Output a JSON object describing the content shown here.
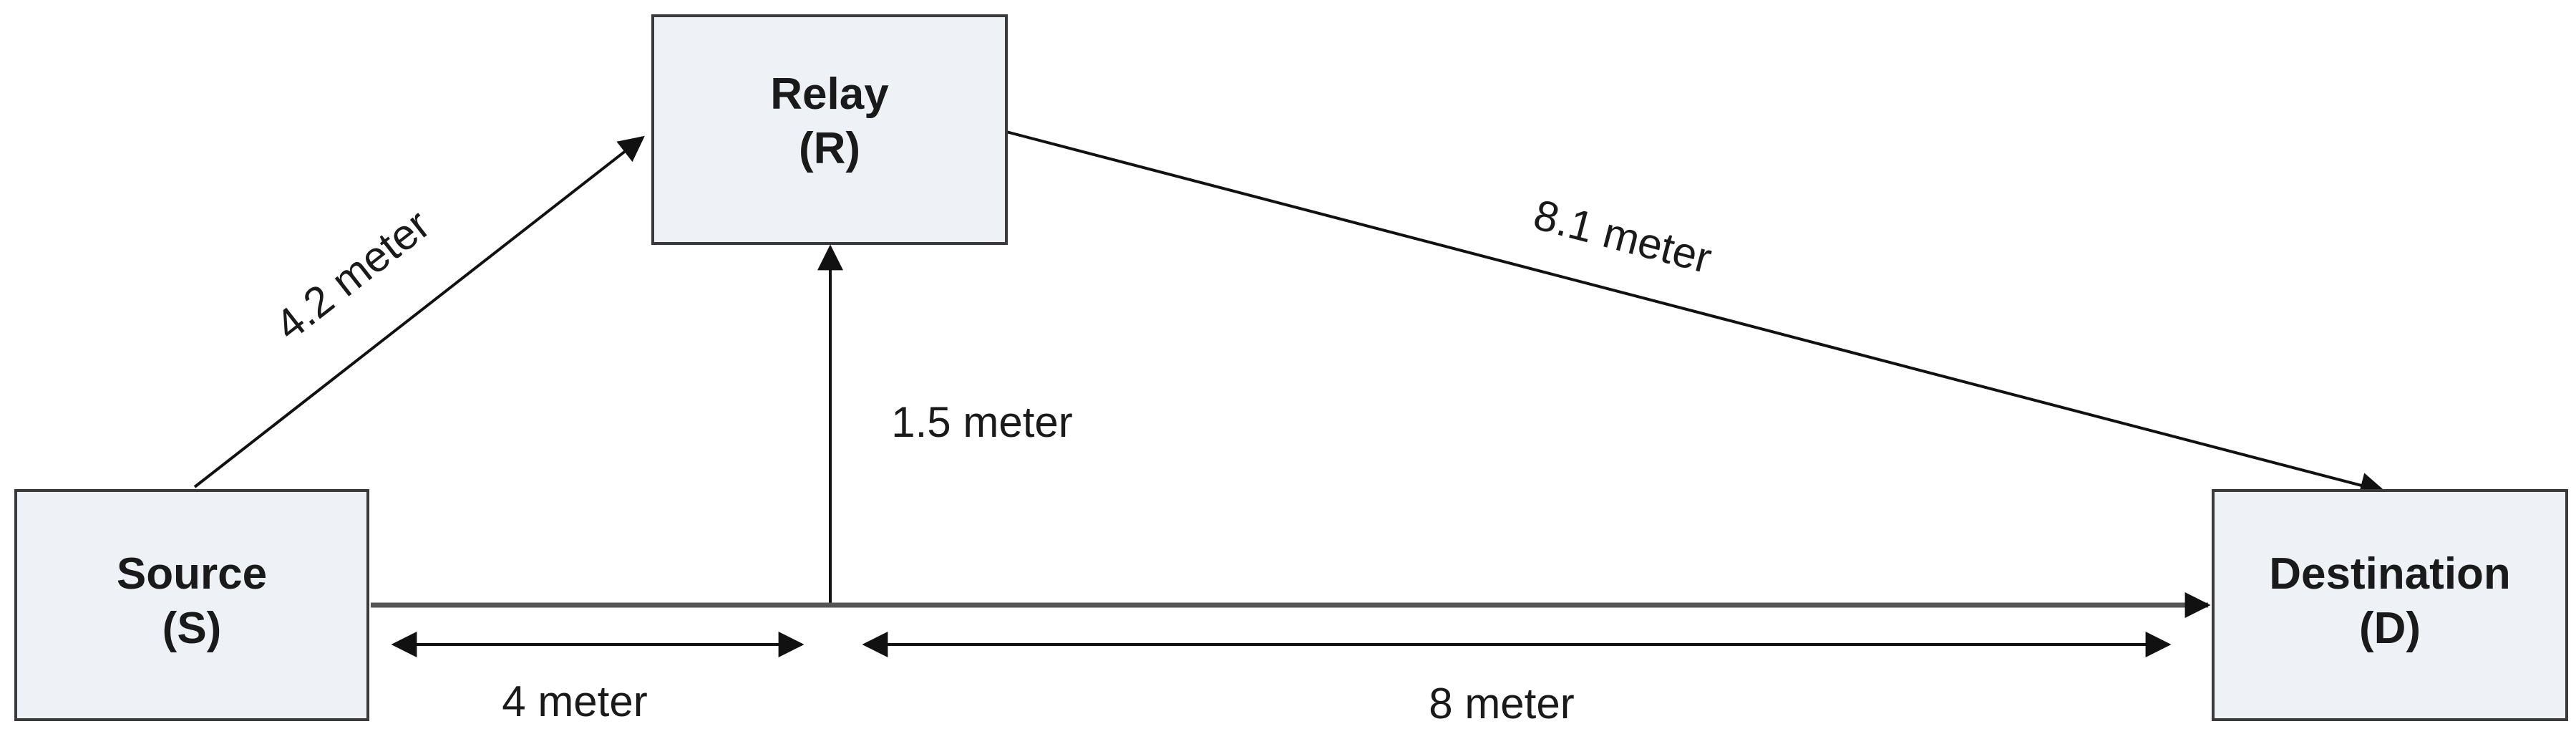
{
  "nodes": {
    "relay": {
      "line1": "Relay",
      "line2": "(R)"
    },
    "source": {
      "line1": "Source",
      "line2": "(S)"
    },
    "destination": {
      "line1": "Destination",
      "line2": "(D)"
    }
  },
  "labels": {
    "source_relay": "4.2 meter",
    "relay_destination": "8.1 meter",
    "relay_height": "1.5 meter",
    "source_to_relay_base": "4 meter",
    "relay_base_to_destination": "8 meter"
  },
  "colors": {
    "node_fill": "#eef2f6",
    "node_stroke": "#3a3a3a",
    "line": "#111111"
  }
}
